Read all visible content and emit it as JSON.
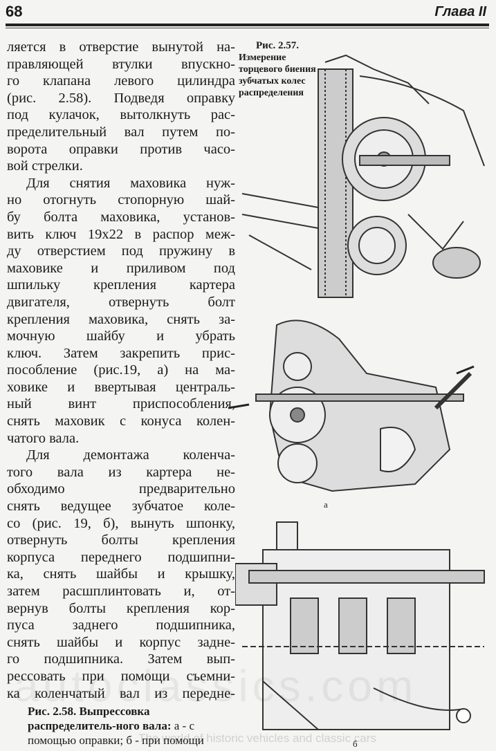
{
  "header": {
    "page_number": "68",
    "chapter": "Глава II"
  },
  "body_lines": [
    [
      "ляется в отверстие вынутой на-",
      ""
    ],
    [
      "правляющей втулки впускно-",
      ""
    ],
    [
      "го клапана левого цилиндра",
      ""
    ],
    [
      "(рис. 2.58). Подведя оправку",
      ""
    ],
    [
      "под кулачок, вытолкнуть рас-",
      ""
    ],
    [
      "пределительный вал путем по-",
      ""
    ],
    [
      "ворота оправки против часо-",
      ""
    ],
    [
      "вой стрелки.",
      "last"
    ],
    [
      "Для снятия маховика нуж-",
      "ind"
    ],
    [
      "но отогнуть стопорную шай-",
      ""
    ],
    [
      "бу болта маховика, установ-",
      ""
    ],
    [
      "вить ключ 19x22 в распор меж-",
      ""
    ],
    [
      "ду отверстием под пружину в",
      ""
    ],
    [
      "маховике и приливом под",
      ""
    ],
    [
      "шпильку крепления картера",
      ""
    ],
    [
      "двигателя, отвернуть болт",
      ""
    ],
    [
      "крепления маховика, снять за-",
      ""
    ],
    [
      "мочную шайбу и убрать",
      ""
    ],
    [
      "ключ. Затем закрепить прис-",
      ""
    ],
    [
      "пособление (рис.19, а) на ма-",
      ""
    ],
    [
      "ховике и ввертывая централь-",
      ""
    ],
    [
      "ный винт приспособления,",
      ""
    ],
    [
      "снять маховик с конуса колен-",
      ""
    ],
    [
      "чатого вала.",
      "last"
    ],
    [
      "Для демонтажа коленча-",
      "ind"
    ],
    [
      "того вала из картера не-",
      ""
    ],
    [
      "обходимо предварительно",
      ""
    ],
    [
      "снять ведущее зубчатое коле-",
      ""
    ],
    [
      "со (рис. 19, б), вынуть шпонку,",
      ""
    ],
    [
      "отвернуть болты крепления",
      ""
    ],
    [
      "корпуса переднего подшипни-",
      ""
    ],
    [
      "ка, снять шайбы и крышку,",
      ""
    ],
    [
      "затем расшплинтовать и, от-",
      ""
    ],
    [
      "вернув болты крепления кор-",
      ""
    ],
    [
      "пуса заднего подшипника,",
      ""
    ],
    [
      "снять шайбы и корпус задне-",
      ""
    ],
    [
      "го подшипника. Затем вып-",
      ""
    ],
    [
      "рессовать при помощи съемни-",
      ""
    ],
    [
      "ка коленчатый вал из передне-",
      ""
    ]
  ],
  "figure_2_57": {
    "title": "Рис. 2.57.",
    "caption": "Измерение торцевого биения зубчатых колес распределения"
  },
  "figure_2_58": {
    "title": "Рис. 2.58. Выпрессовка распределитель-ного вала:",
    "caption": " а - с помощью оправки; б - при помощи выколотки и молотка",
    "label_a": "а",
    "label_b": "б"
  },
  "watermark": {
    "main": "autoclassics.com",
    "sub": "The world of historic vehicles and classic cars"
  }
}
